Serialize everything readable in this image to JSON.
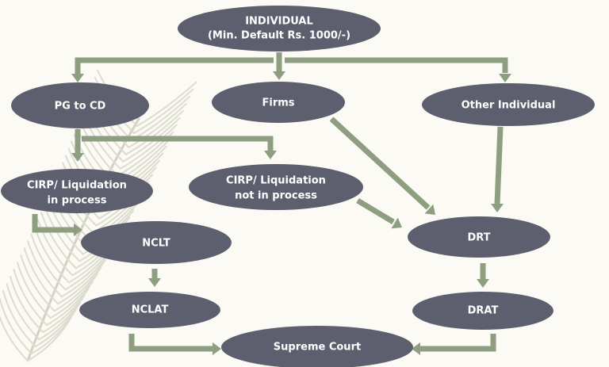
{
  "diagram": {
    "title": "Individual insolvency flow",
    "colors": {
      "background": "#fbfaf5",
      "node_fill": "#5d5f6e",
      "node_text": "#ffffff",
      "connector": "#8e9f81",
      "feather": "#dcdccf"
    },
    "nodes": {
      "individual": {
        "lines": [
          "INDIVIDUAL",
          "(Min. Default Rs. 1000/-)"
        ]
      },
      "pg_to_cd": {
        "lines": [
          "PG to CD"
        ]
      },
      "firms": {
        "lines": [
          "Firms"
        ]
      },
      "other_individual": {
        "lines": [
          "Other Individual"
        ]
      },
      "cirp_in_process": {
        "lines": [
          "CIRP/ Liquidation",
          "in process"
        ]
      },
      "cirp_not_in_process": {
        "lines": [
          "CIRP/ Liquidation",
          "not in process"
        ]
      },
      "nclt": {
        "lines": [
          "NCLT"
        ]
      },
      "drt": {
        "lines": [
          "DRT"
        ]
      },
      "nclat": {
        "lines": [
          "NCLAT"
        ]
      },
      "drat": {
        "lines": [
          "DRAT"
        ]
      },
      "supreme_court": {
        "lines": [
          "Supreme Court"
        ]
      }
    },
    "edges": [
      {
        "from": "individual",
        "to": "pg_to_cd"
      },
      {
        "from": "individual",
        "to": "firms"
      },
      {
        "from": "individual",
        "to": "other_individual"
      },
      {
        "from": "pg_to_cd",
        "to": "cirp_in_process"
      },
      {
        "from": "pg_to_cd",
        "to": "cirp_not_in_process"
      },
      {
        "from": "firms",
        "to": "drt"
      },
      {
        "from": "other_individual",
        "to": "drt"
      },
      {
        "from": "cirp_not_in_process",
        "to": "drt"
      },
      {
        "from": "cirp_in_process",
        "to": "nclt"
      },
      {
        "from": "nclt",
        "to": "nclat"
      },
      {
        "from": "drt",
        "to": "drat"
      },
      {
        "from": "nclat",
        "to": "supreme_court"
      },
      {
        "from": "drat",
        "to": "supreme_court"
      }
    ]
  }
}
